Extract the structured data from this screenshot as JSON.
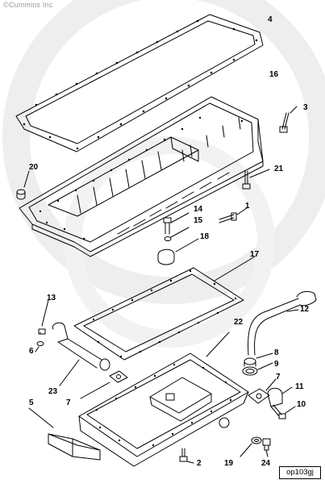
{
  "watermark": {
    "text": "©Cummins Inc"
  },
  "reference": {
    "code": "op103gj"
  },
  "callouts": {
    "c1": "1",
    "c2": "2",
    "c3": "3",
    "c4": "4",
    "c5": "5",
    "c6": "6",
    "c7a": "7",
    "c7b": "7",
    "c8": "8",
    "c9": "9",
    "c10": "10",
    "c11": "11",
    "c12": "12",
    "c13": "13",
    "c14": "14",
    "c15": "15",
    "c16": "16",
    "c17": "17",
    "c18": "18",
    "c19": "19",
    "c20": "20",
    "c21": "21",
    "c22": "22",
    "c23": "23",
    "c24": "24"
  },
  "colors": {
    "line": "#000000",
    "watermark": "#e6e6e6"
  }
}
